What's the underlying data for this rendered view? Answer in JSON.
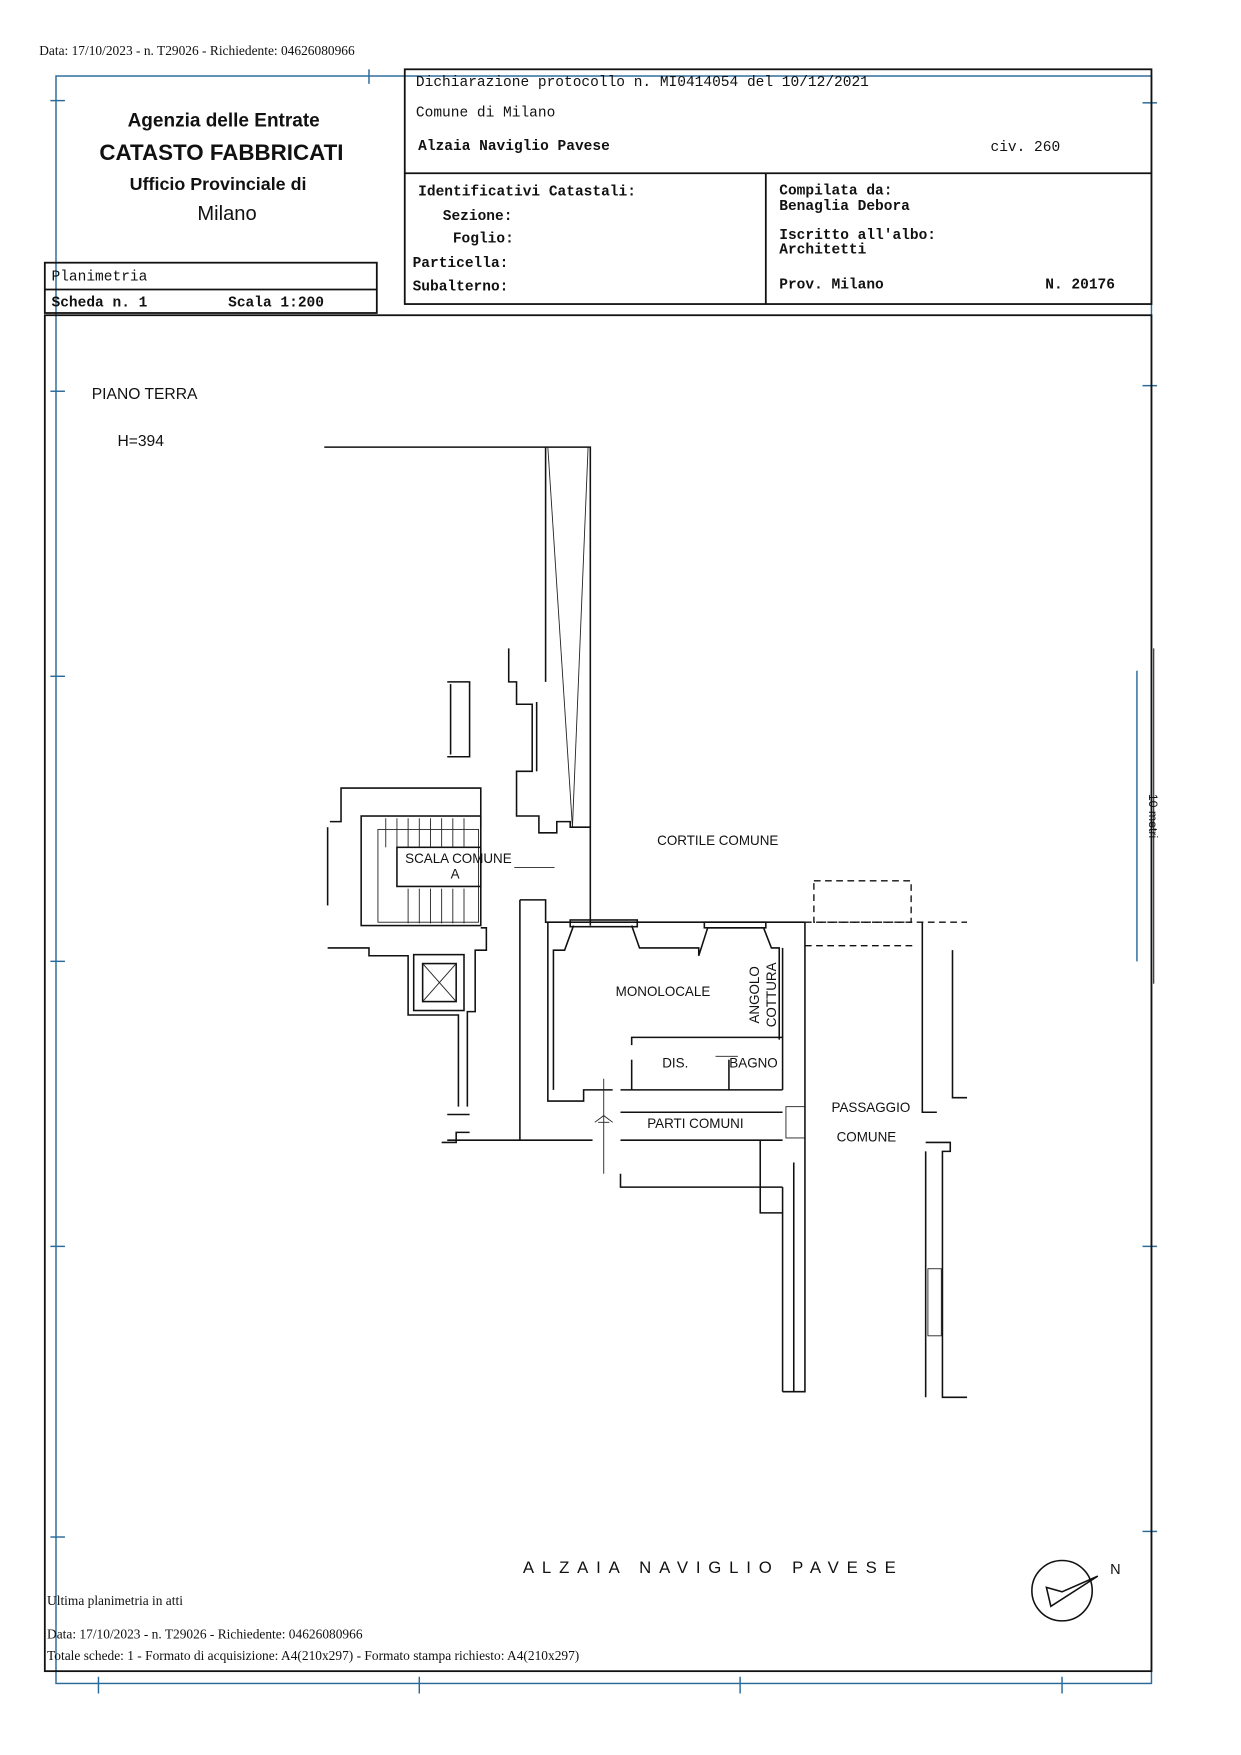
{
  "top_stamp": "Data: 17/10/2023 - n. T29026 - Richiedente: 04626080966",
  "agency": {
    "line1": "Agenzia delle Entrate",
    "line2": "CATASTO FABBRICATI",
    "line3": "Ufficio Provinciale di",
    "line4": "Milano"
  },
  "header": {
    "protocol": "Dichiarazione protocollo n. MI0414054 del  10/12/2021",
    "comune": "Comune di Milano",
    "address": "Alzaia Naviglio Pavese",
    "civ": "civ. 260",
    "identificativi_label": "Identificativi Catastali:",
    "sezione_label": "Sezione:",
    "foglio_label": "Foglio:",
    "particella_label": "Particella:",
    "subalterno_label": "Subalterno:",
    "compilata_label": "Compilata da:",
    "compilata_value": "Benaglia Debora",
    "albo_label": "Iscritto all'albo:",
    "albo_value": "Architetti",
    "prov": "Prov. Milano",
    "numero": "N. 20176"
  },
  "sheet": {
    "type": "Planimetria",
    "scheda": "Scheda n. 1",
    "scala": "Scala 1:200"
  },
  "plan": {
    "floor": "PIANO TERRA",
    "height": "H=394",
    "scale_bar": "10 metri",
    "rooms": {
      "scala_1": "SCALA COMUNE",
      "scala_2": "A",
      "cortile": "CORTILE COMUNE",
      "monolocale": "MONOLOCALE",
      "angolo": "ANGOLO",
      "cottura": "COTTURA",
      "dis": "DIS.",
      "bagno": "BAGNO",
      "parti_comuni": "PARTI COMUNI",
      "passaggio": "PASSAGGIO",
      "comune": "COMUNE"
    },
    "street": "ALZAIA NAVIGLIO PAVESE",
    "north": "N"
  },
  "footer": {
    "ultima": "Ultima planimetria in atti",
    "data": "Data: 17/10/2023 - n. T29026 - Richiedente: 04626080966",
    "totale": "Totale schede: 1 - Formato di acquisizione: A4(210x297)  - Formato stampa richiesto: A4(210x297)"
  }
}
